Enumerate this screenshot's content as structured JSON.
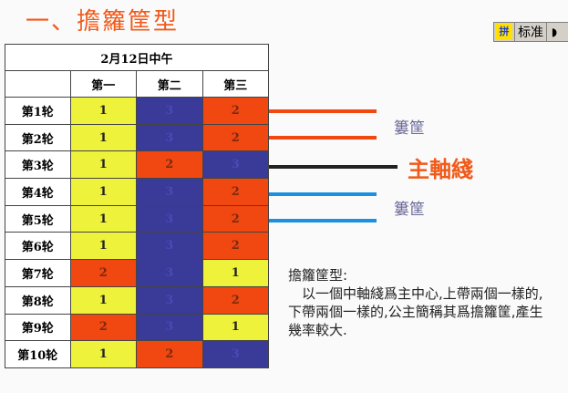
{
  "title": "一、擔籮筐型",
  "toolbar": {
    "icon": "ime-icon",
    "label": "标准",
    "moon": "moon-icon"
  },
  "table": {
    "caption": "2月12日中午",
    "columns": [
      "第一",
      "第二",
      "第三"
    ],
    "rows": [
      {
        "label": "第1轮",
        "values": [
          1,
          3,
          2
        ]
      },
      {
        "label": "第2轮",
        "values": [
          1,
          3,
          2
        ]
      },
      {
        "label": "第3轮",
        "values": [
          1,
          2,
          3
        ]
      },
      {
        "label": "第4轮",
        "values": [
          1,
          3,
          2
        ]
      },
      {
        "label": "第5轮",
        "values": [
          1,
          3,
          2
        ]
      },
      {
        "label": "第6轮",
        "values": [
          1,
          3,
          2
        ]
      },
      {
        "label": "第7轮",
        "values": [
          2,
          3,
          1
        ]
      },
      {
        "label": "第8轮",
        "values": [
          1,
          3,
          2
        ]
      },
      {
        "label": "第9轮",
        "values": [
          2,
          3,
          1
        ]
      },
      {
        "label": "第10轮",
        "values": [
          1,
          2,
          3
        ]
      }
    ],
    "colors": {
      "1": "#eef23a",
      "2": "#f04810",
      "3": "#3a3a98"
    }
  },
  "diagram": {
    "upper_label": "簍筐",
    "axis_label": "主軸綫",
    "lower_label": "簍筐",
    "colors": {
      "upper": "#f04810",
      "axis": "#222222",
      "lower": "#1a90e0"
    }
  },
  "description": {
    "heading": "擔籮筐型:",
    "body": "　以一個中軸綫爲主中心,上帶兩個一樣的,下帶兩個一樣的,公主簡稱其爲擔籮筐,產生幾率較大."
  }
}
